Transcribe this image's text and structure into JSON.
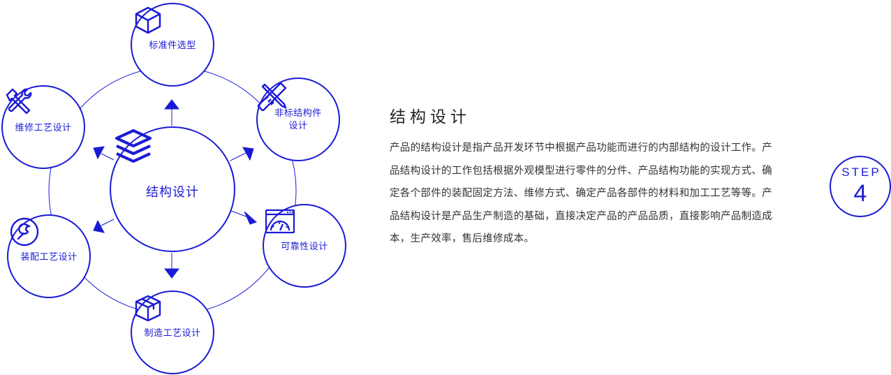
{
  "theme": {
    "accent": "#1a1ad6",
    "text": "#333333"
  },
  "diagram": {
    "center": {
      "label": "结构设计",
      "icon": "layers-icon"
    },
    "nodes": [
      {
        "label": "标准件选型",
        "icon": "cube-icon"
      },
      {
        "label": "非标结构件\n设计",
        "icon": "ruler-pencil-icon"
      },
      {
        "label": "可靠性设计",
        "icon": "gauge-window-icon"
      },
      {
        "label": "制造工艺设计",
        "icon": "box-icon"
      },
      {
        "label": "装配工艺设计",
        "icon": "wrench-circle-icon"
      },
      {
        "label": "维修工艺设计",
        "icon": "hammer-wrench-icon"
      }
    ]
  },
  "section": {
    "title": "结构设计",
    "body": "产品的结构设计是指产品开发环节中根据产品功能而进行的内部结构的设计工作。产品结构设计的工作包括根据外观模型进行零件的分件、产品结构功能的实现方式、确定各个部件的装配固定方法、维修方式、确定产品各部件的材料和加工工艺等等。产品结构设计是产品生产制造的基础，直接决定产品的产品品质，直接影响产品制造成本，生产效率，售后维修成本。"
  },
  "step": {
    "label": "STEP",
    "number": "4"
  }
}
